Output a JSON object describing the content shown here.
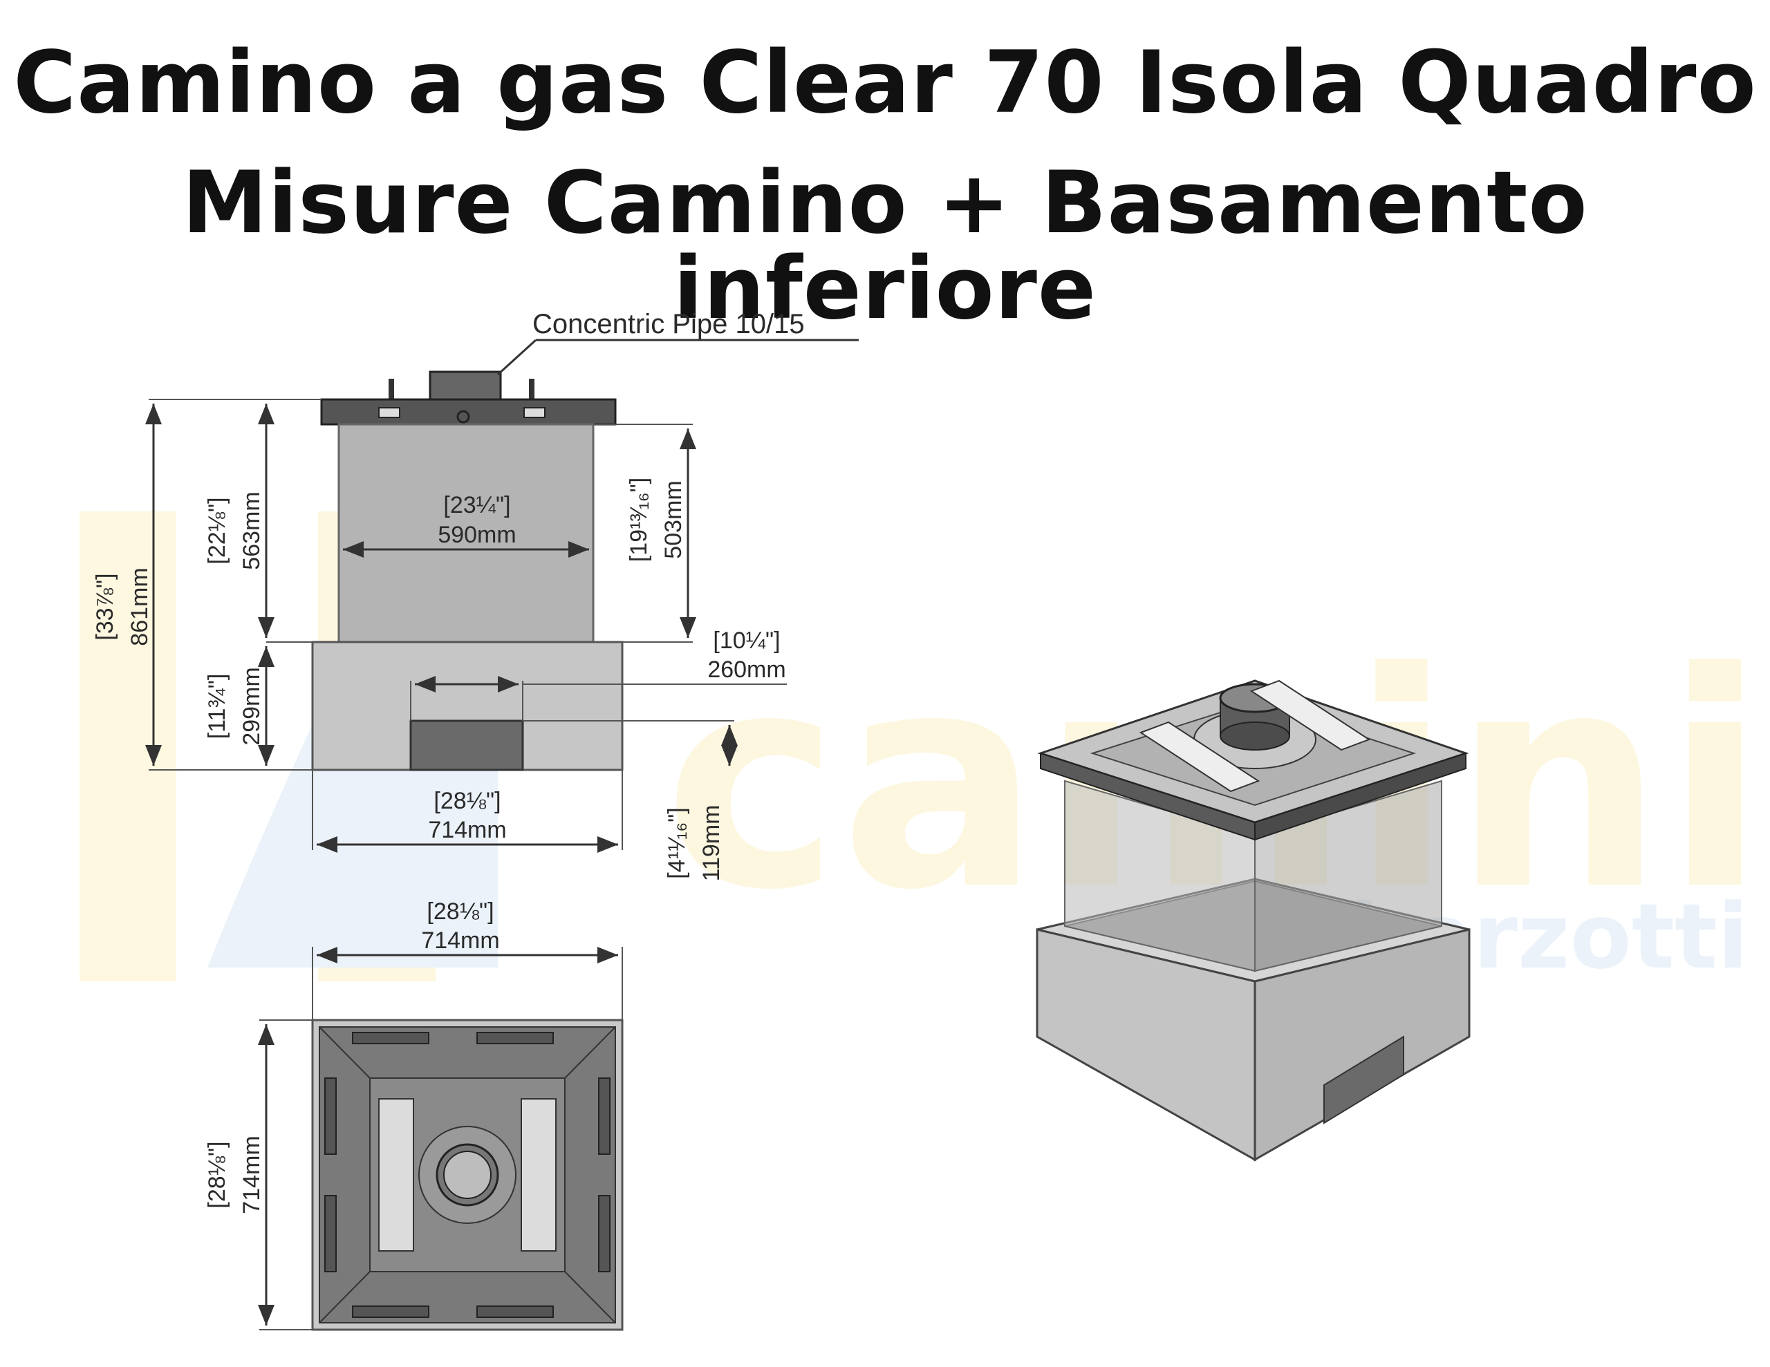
{
  "title": {
    "line1": "Camino a gas Clear 70 Isola Quadro",
    "line2": "Misure Camino + Basamento inferiore"
  },
  "watermark": {
    "text": "camini.net",
    "sub": "barzotti"
  },
  "front_view": {
    "pipe_label": "Concentric Pipe 10/15",
    "total_height": {
      "in": "[33⅞\"]",
      "mm": "861mm"
    },
    "top_height": {
      "in": "[22⅛\"]",
      "mm": "563mm"
    },
    "base_height": {
      "in": "[11¾\"]",
      "mm": "299mm"
    },
    "glass_width": {
      "in": "[23¼\"]",
      "mm": "590mm"
    },
    "glass_height": {
      "in": "[19¹³⁄₁₆\"]",
      "mm": "503mm"
    },
    "hatch_width": {
      "in": "[10¼\"]",
      "mm": "260mm"
    },
    "base_width": {
      "in": "[28⅛\"]",
      "mm": "714mm"
    },
    "hatch_height": {
      "in": "[4¹¹⁄₁₆\"]",
      "mm": "119mm"
    }
  },
  "top_view": {
    "width": {
      "in": "[28⅛\"]",
      "mm": "714mm"
    },
    "depth": {
      "in": "[28⅛\"]",
      "mm": "714mm"
    }
  },
  "colors": {
    "steel": "#6e6e6e",
    "glass": "#b8b8b8",
    "base": "#c8c8c8",
    "line": "#333333",
    "watermark_yellow": "#fbe9a8",
    "watermark_blue": "#a9cbec"
  }
}
